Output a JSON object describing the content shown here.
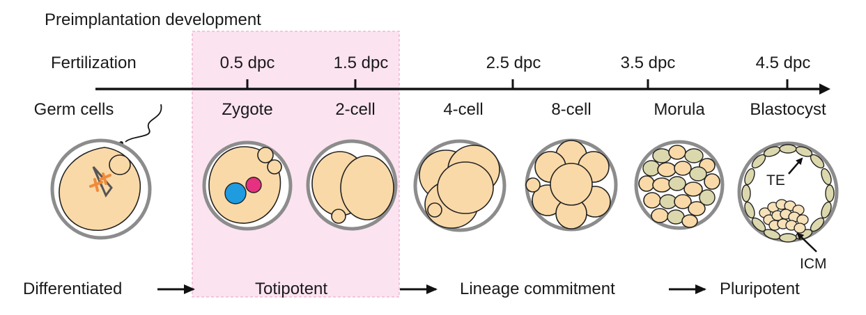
{
  "title": "Preimplantation development",
  "timeline": {
    "start_label": "Fertilization",
    "ticks": [
      "0.5 dpc",
      "1.5 dpc",
      "2.5 dpc",
      "3.5 dpc",
      "4.5 dpc"
    ]
  },
  "stages": [
    "Germ cells",
    "Zygote",
    "2-cell",
    "4-cell",
    "8-cell",
    "Morula",
    "Blastocyst"
  ],
  "annotations": {
    "te": "TE",
    "icm": "ICM"
  },
  "potency": {
    "differentiated": "Differentiated",
    "totipotent": "Totipotent",
    "lineage_commitment": "Lineage commitment",
    "pluripotent": "Pluripotent"
  },
  "colors": {
    "totipotent_highlight": "#fbe3f0",
    "cytoplasm": "#f9d9a8",
    "zona": "#8c8c8c",
    "pronucleus_blue": "#1f9be0",
    "pronucleus_pink": "#e5317f",
    "chromosome_orange": "#f08a3c",
    "trophectoderm": "#dcd8ad"
  }
}
